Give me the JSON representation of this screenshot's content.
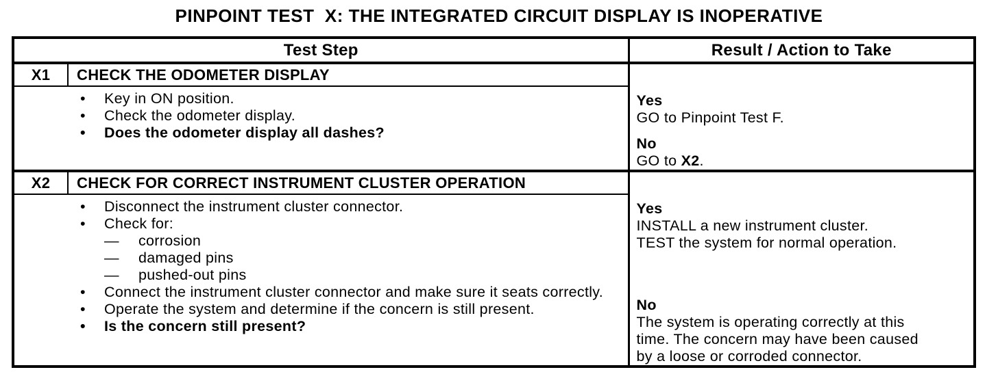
{
  "title": "PINPOINT TEST  X: THE INTEGRATED CIRCUIT DISPLAY IS INOPERATIVE",
  "columns": {
    "test_step": "Test Step",
    "result": "Result / Action to Take"
  },
  "glyphs": {
    "bullet": "•",
    "dash": "—"
  },
  "steps": [
    {
      "id": "X1",
      "name": "CHECK THE ODOMETER DISPLAY",
      "instructions": [
        {
          "marker": "bullet",
          "text": "Key in ON position.",
          "bold": false
        },
        {
          "marker": "bullet",
          "text": "Check the odometer display.",
          "bold": false
        },
        {
          "marker": "bullet",
          "text": "Does the odometer display all dashes?",
          "bold": true
        }
      ],
      "results": [
        {
          "label": "Yes",
          "extra_gap": false,
          "lines": [
            [
              {
                "text": "GO to Pinpoint Test F."
              }
            ]
          ]
        },
        {
          "label": "No",
          "extra_gap": false,
          "lines": [
            [
              {
                "text": "GO to "
              },
              {
                "text": "X2",
                "bold": true
              },
              {
                "text": "."
              }
            ]
          ]
        }
      ]
    },
    {
      "id": "X2",
      "name": "CHECK FOR CORRECT INSTRUMENT CLUSTER OPERATION",
      "instructions": [
        {
          "marker": "bullet",
          "text": "Disconnect the instrument cluster connector.",
          "bold": false
        },
        {
          "marker": "bullet",
          "text": "Check for:",
          "bold": false
        },
        {
          "marker": "dash",
          "text": "corrosion",
          "bold": false
        },
        {
          "marker": "dash",
          "text": "damaged pins",
          "bold": false
        },
        {
          "marker": "dash",
          "text": "pushed-out pins",
          "bold": false
        },
        {
          "marker": "bullet",
          "text": "Connect the instrument cluster connector and make sure it seats correctly.",
          "bold": false
        },
        {
          "marker": "bullet",
          "text": "Operate the system and determine if the concern is still present.",
          "bold": false
        },
        {
          "marker": "bullet",
          "text": "Is the concern still present?",
          "bold": true
        }
      ],
      "results": [
        {
          "label": "Yes",
          "extra_gap": false,
          "lines": [
            [
              {
                "text": "INSTALL a new instrument cluster."
              }
            ],
            [
              {
                "text": "TEST the system for normal operation."
              }
            ]
          ]
        },
        {
          "label": "No",
          "extra_gap": true,
          "lines": [
            [
              {
                "text": "The system is operating correctly at this"
              }
            ],
            [
              {
                "text": "time. The concern may have been caused"
              }
            ],
            [
              {
                "text": "by a loose or corroded connector."
              }
            ]
          ]
        }
      ]
    }
  ]
}
